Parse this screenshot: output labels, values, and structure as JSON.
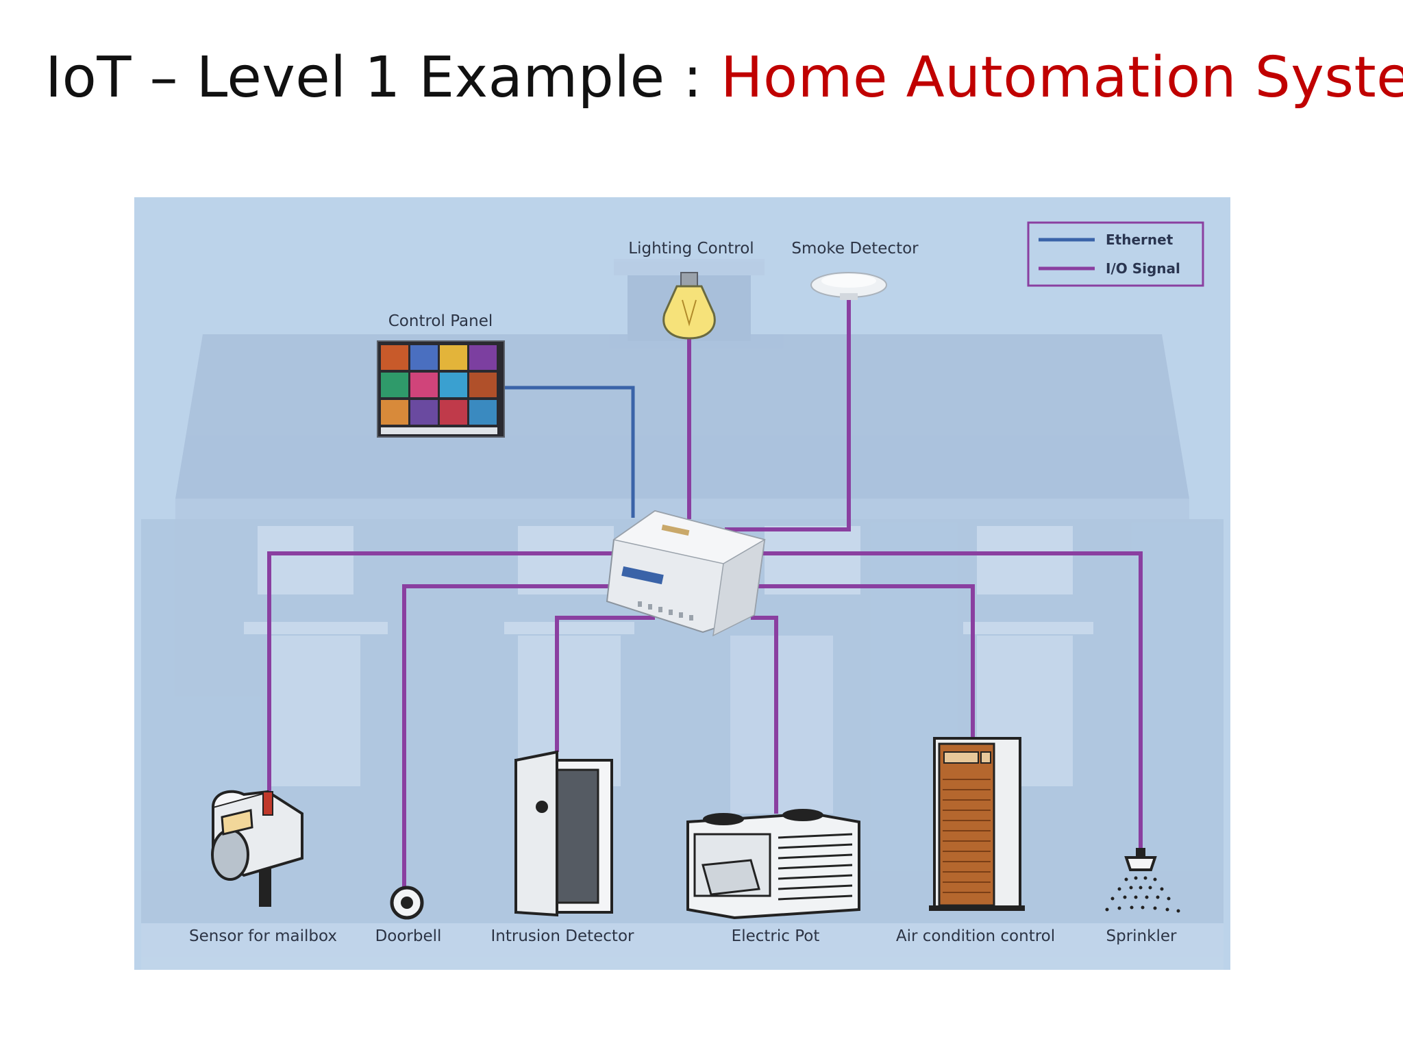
{
  "slide": {
    "title_prefix": "IoT – Level 1 Example : ",
    "title_highlight": "Home Automation System"
  },
  "colors": {
    "title_text": "#111111",
    "title_highlight": "#c00000",
    "diagram_background": "#bcd3ea",
    "ethernet_line": "#3a63a8",
    "io_signal_line": "#8a3fa0"
  },
  "diagram": {
    "legend": [
      {
        "label": "Ethernet",
        "line": "ethernet",
        "color": "#3a63a8"
      },
      {
        "label": "I/O Signal",
        "line": "io-signal",
        "color": "#8a3fa0"
      }
    ],
    "hub": {
      "icon": "controller-module-icon"
    },
    "top_devices": [
      {
        "label": "Control Panel",
        "icon": "monitor-icon",
        "connection": "Ethernet"
      },
      {
        "label": "Lighting Control",
        "icon": "light-bulb-icon",
        "connection": "I/O Signal"
      },
      {
        "label": "Smoke Detector",
        "icon": "smoke-detector-icon",
        "connection": "I/O Signal"
      }
    ],
    "bottom_devices": [
      {
        "label": "Sensor for mailbox",
        "icon": "mailbox-icon",
        "connection": "I/O Signal"
      },
      {
        "label": "Doorbell",
        "icon": "doorbell-icon",
        "connection": "I/O Signal"
      },
      {
        "label": "Intrusion Detector",
        "icon": "door-icon",
        "connection": "I/O Signal"
      },
      {
        "label": "Electric Pot",
        "icon": "hvac-unit-icon",
        "connection": "I/O Signal"
      },
      {
        "label": "Air condition control",
        "icon": "air-conditioner-cabinet-icon",
        "connection": "I/O Signal"
      },
      {
        "label": "Sprinkler",
        "icon": "sprinkler-icon",
        "connection": "I/O Signal"
      }
    ]
  }
}
